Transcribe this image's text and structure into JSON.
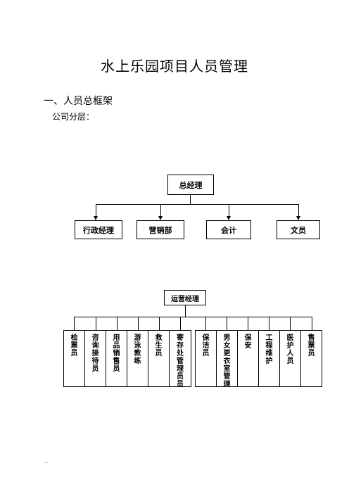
{
  "document": {
    "title": "水上乐园项目人员管理",
    "heading1": "一、人员总框架",
    "heading2": "公司分层：",
    "footer_mark": "..."
  },
  "chart1": {
    "root": "总经理",
    "children": [
      "行政经理",
      "营销部",
      "会计",
      "文员"
    ]
  },
  "chart2": {
    "root": "运营经理",
    "columns": [
      "检票员",
      "咨询接待员",
      "用品销售员",
      "游泳教练",
      "救生员",
      "寄存处管理员员",
      "保洁员",
      "男女更衣室管理",
      "保安",
      "工程维护",
      "医护人员",
      "售票员"
    ]
  }
}
